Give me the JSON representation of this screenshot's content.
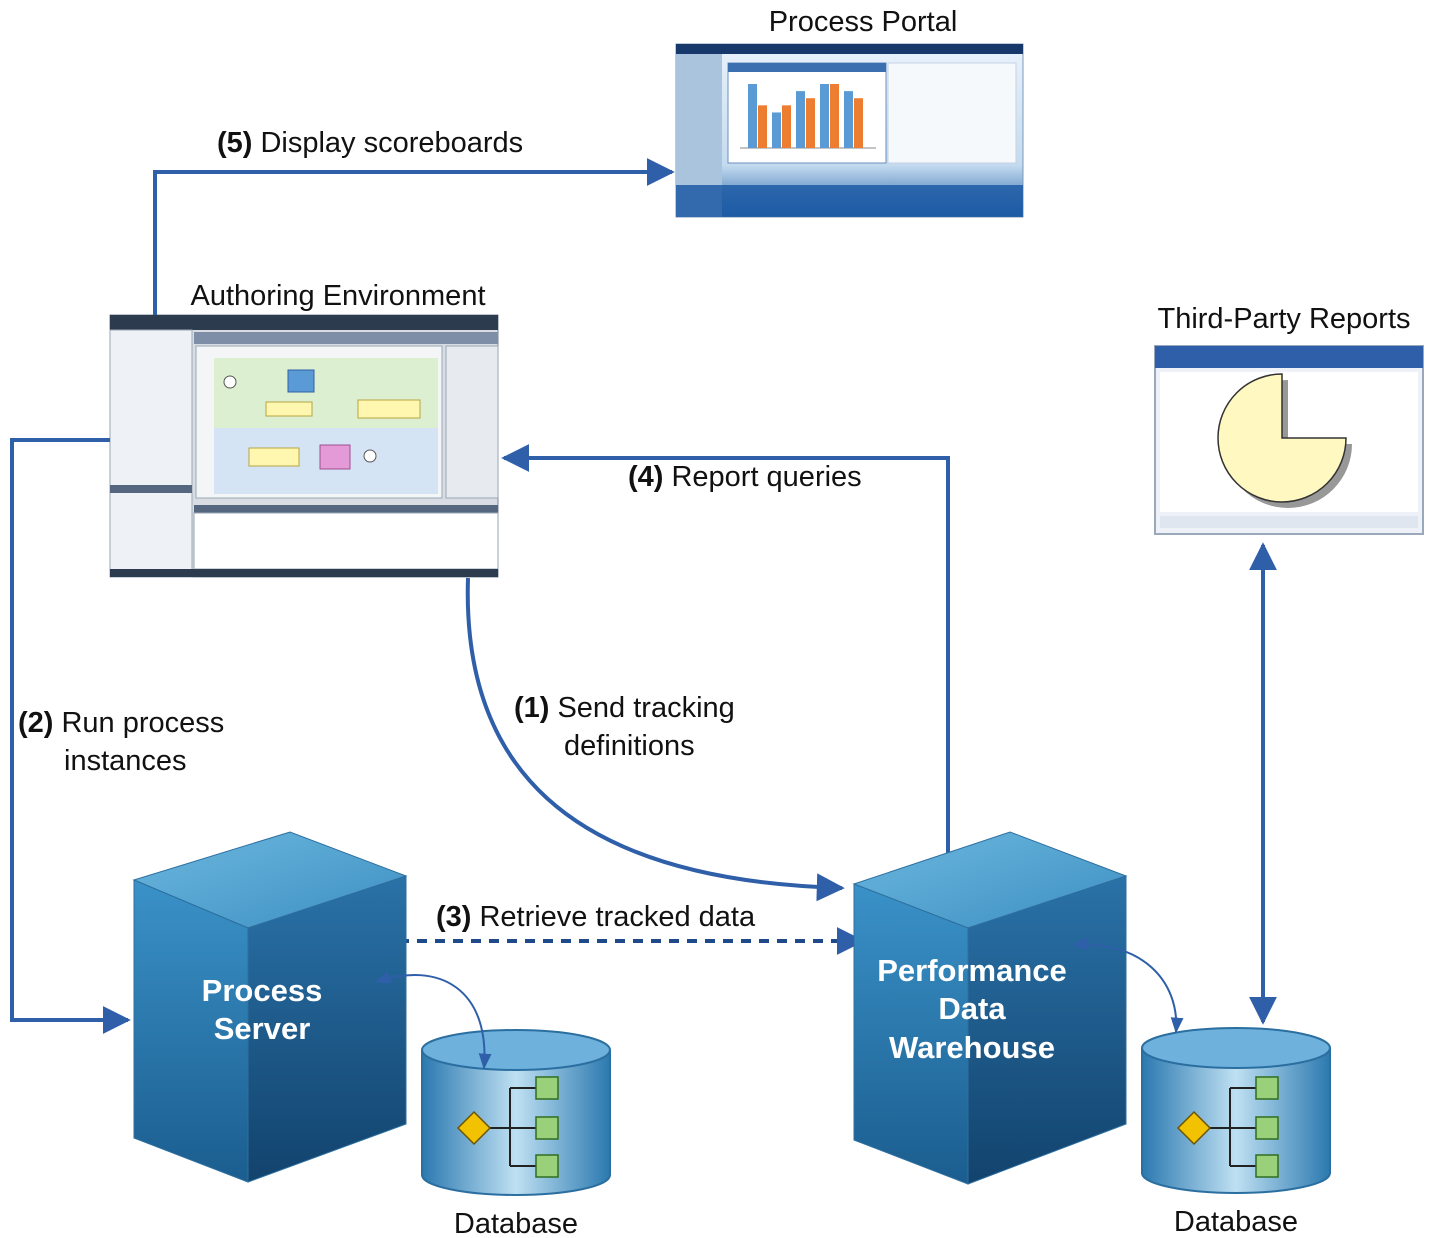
{
  "colors": {
    "arrow": "#2f5fa8",
    "dashed_arrow": "#1f4a8a",
    "cube_front": "#2a7db0",
    "cube_side": "#1e5f8c",
    "cube_top": "#4fa3d1",
    "db_node": "#9bd07a",
    "db_diamond": "#f2c200",
    "pie_fill": "#fff8c0"
  },
  "nodes": {
    "process_portal": {
      "title": "Process Portal"
    },
    "authoring_env": {
      "title": "Authoring Environment"
    },
    "third_party": {
      "title": "Third-Party Reports"
    },
    "process_server": {
      "line1": "Process",
      "line2": "Server"
    },
    "pdw": {
      "line1": "Performance",
      "line2": "Data",
      "line3": "Warehouse"
    },
    "db_left": {
      "label": "Database"
    },
    "db_right": {
      "label": "Database"
    }
  },
  "edges": {
    "e1": {
      "step": "(1)",
      "line1": "Send tracking",
      "line2": "definitions"
    },
    "e2": {
      "step": "(2)",
      "line1": "Run process",
      "line2": "instances"
    },
    "e3": {
      "step": "(3)",
      "line1": "Retrieve tracked data"
    },
    "e4": {
      "step": "(4)",
      "line1": "Report queries"
    },
    "e5": {
      "step": "(5)",
      "line1": "Display scoreboards"
    }
  },
  "portal_chart": {
    "type": "bar",
    "series": [
      {
        "values": [
          9,
          5,
          8,
          9,
          8
        ]
      },
      {
        "values": [
          6,
          6,
          7,
          9,
          7
        ]
      }
    ]
  },
  "third_party_chart": {
    "type": "pie",
    "slices": [
      75,
      25
    ]
  }
}
